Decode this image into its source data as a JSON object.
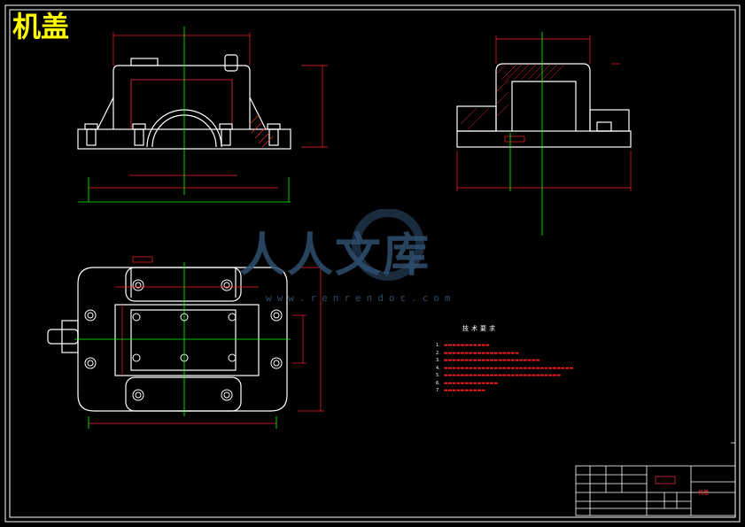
{
  "title": "机盖",
  "watermark": {
    "brand": "人人文库",
    "url": "www.renrendoc.com"
  },
  "technical_requirements": {
    "heading": "技术要求",
    "items": [
      "1.",
      "2.",
      "3.",
      "4.",
      "5.",
      "6.",
      "7."
    ]
  },
  "title_block": {
    "drawing_name": "机盖",
    "code_box": "",
    "school": ""
  },
  "colors": {
    "background": "#000000",
    "outline": "#ffffff",
    "dimension": "#ff0000",
    "centerline": "#00ff00",
    "title": "#ffff00",
    "watermark": "#2f4f6f"
  }
}
